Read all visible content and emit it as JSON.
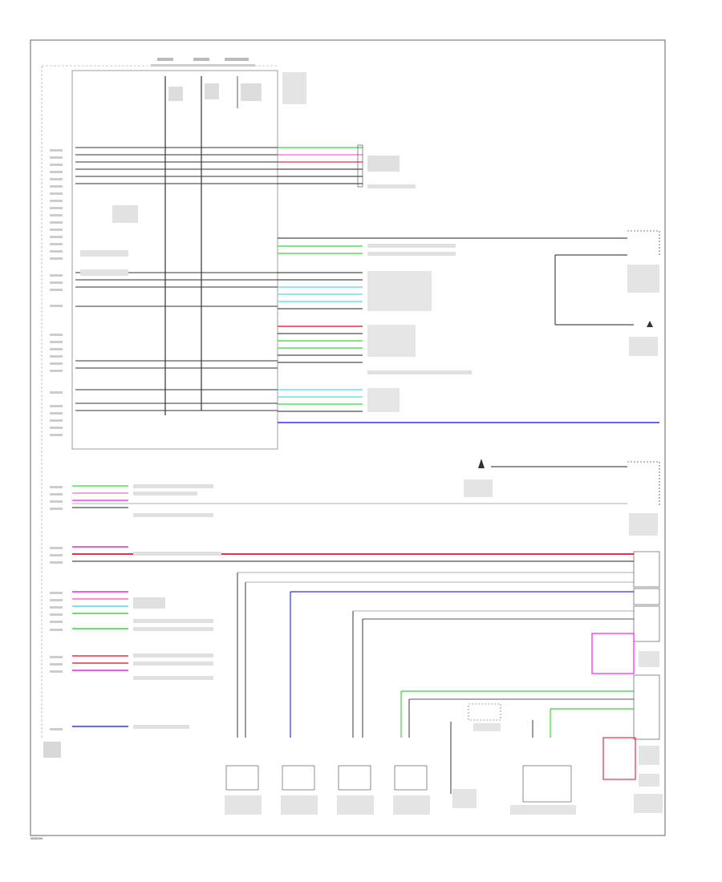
{
  "footer": {
    "code": "W00000"
  },
  "colors": {
    "green": "#3fd43f",
    "red": "#e8304a",
    "pink": "#ff66cc",
    "magenta": "#ee22ee",
    "cyan": "#55d8ee",
    "blue": "#3333ee",
    "wire": "#222222"
  },
  "wires": {
    "colors": [
      "green",
      "pink",
      "red",
      "gray",
      "cyan",
      "blue",
      "magenta"
    ]
  },
  "icons": [
    "ground-symbol-icon",
    "connector-terminal-icon"
  ]
}
